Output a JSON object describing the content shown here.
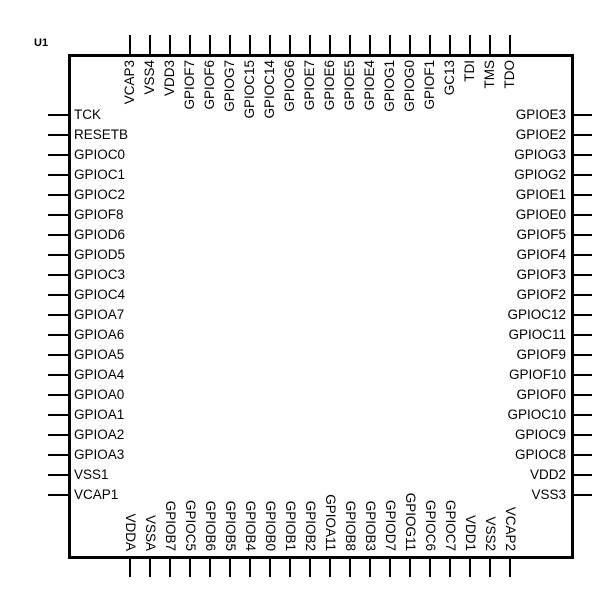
{
  "refdes": "U1",
  "pins": {
    "top": [
      "VCAP3",
      "VSS4",
      "VDD3",
      "GPIOF7",
      "GPIOF6",
      "GPIOG7",
      "GPIOC15",
      "GPIOC14",
      "GPIOG6",
      "GPIOE7",
      "GPIOE6",
      "GPIOE5",
      "GPIOE4",
      "GPIOG1",
      "GPIOG0",
      "GPIOF1",
      "GC13",
      "TDI",
      "TMS",
      "TDO"
    ],
    "bottom": [
      "VDDA",
      "VSSA",
      "GPIOB7",
      "GPIOC5",
      "GPIOB6",
      "GPIOB5",
      "GPIOB4",
      "GPIOB0",
      "GPIOB1",
      "GPIOB2",
      "GPIOA11",
      "GPIOB8",
      "GPIOB3",
      "GPIOD7",
      "GPIOG11",
      "GPIOC6",
      "GPIOC7",
      "VDD1",
      "VSS2",
      "VCAP2"
    ],
    "left": [
      "TCK",
      "RESETB",
      "GPIOC0",
      "GPIOC1",
      "GPIOC2",
      "GPIOF8",
      "GPIOD6",
      "GPIOD5",
      "GPIOC3",
      "GPIOC4",
      "GPIOA7",
      "GPIOA6",
      "GPIOA5",
      "GPIOA4",
      "GPIOA0",
      "GPIOA1",
      "GPIOA2",
      "GPIOA3",
      "VSS1",
      "VCAP1"
    ],
    "right": [
      "GPIOE3",
      "GPIOE2",
      "GPIOG3",
      "GPIOG2",
      "GPIOE1",
      "GPIOE0",
      "GPIOF5",
      "GPIOF4",
      "GPIOF3",
      "GPIOF2",
      "GPIOC12",
      "GPIOC11",
      "GPIOF9",
      "GPIOF10",
      "GPIOF0",
      "GPIOC10",
      "GPIOC9",
      "GPIOC8",
      "VDD2",
      "VSS3"
    ]
  }
}
